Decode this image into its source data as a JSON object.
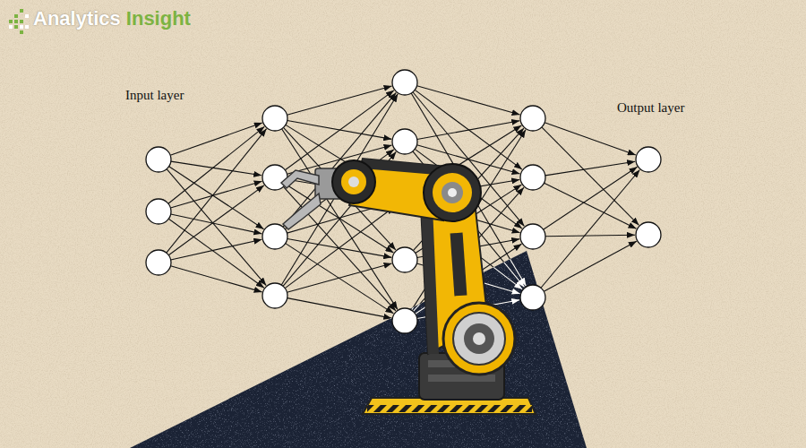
{
  "diagram": {
    "labels": [
      "Analytics",
      "Insight",
      "Input layer",
      "Output layer"
    ]
  }
}
